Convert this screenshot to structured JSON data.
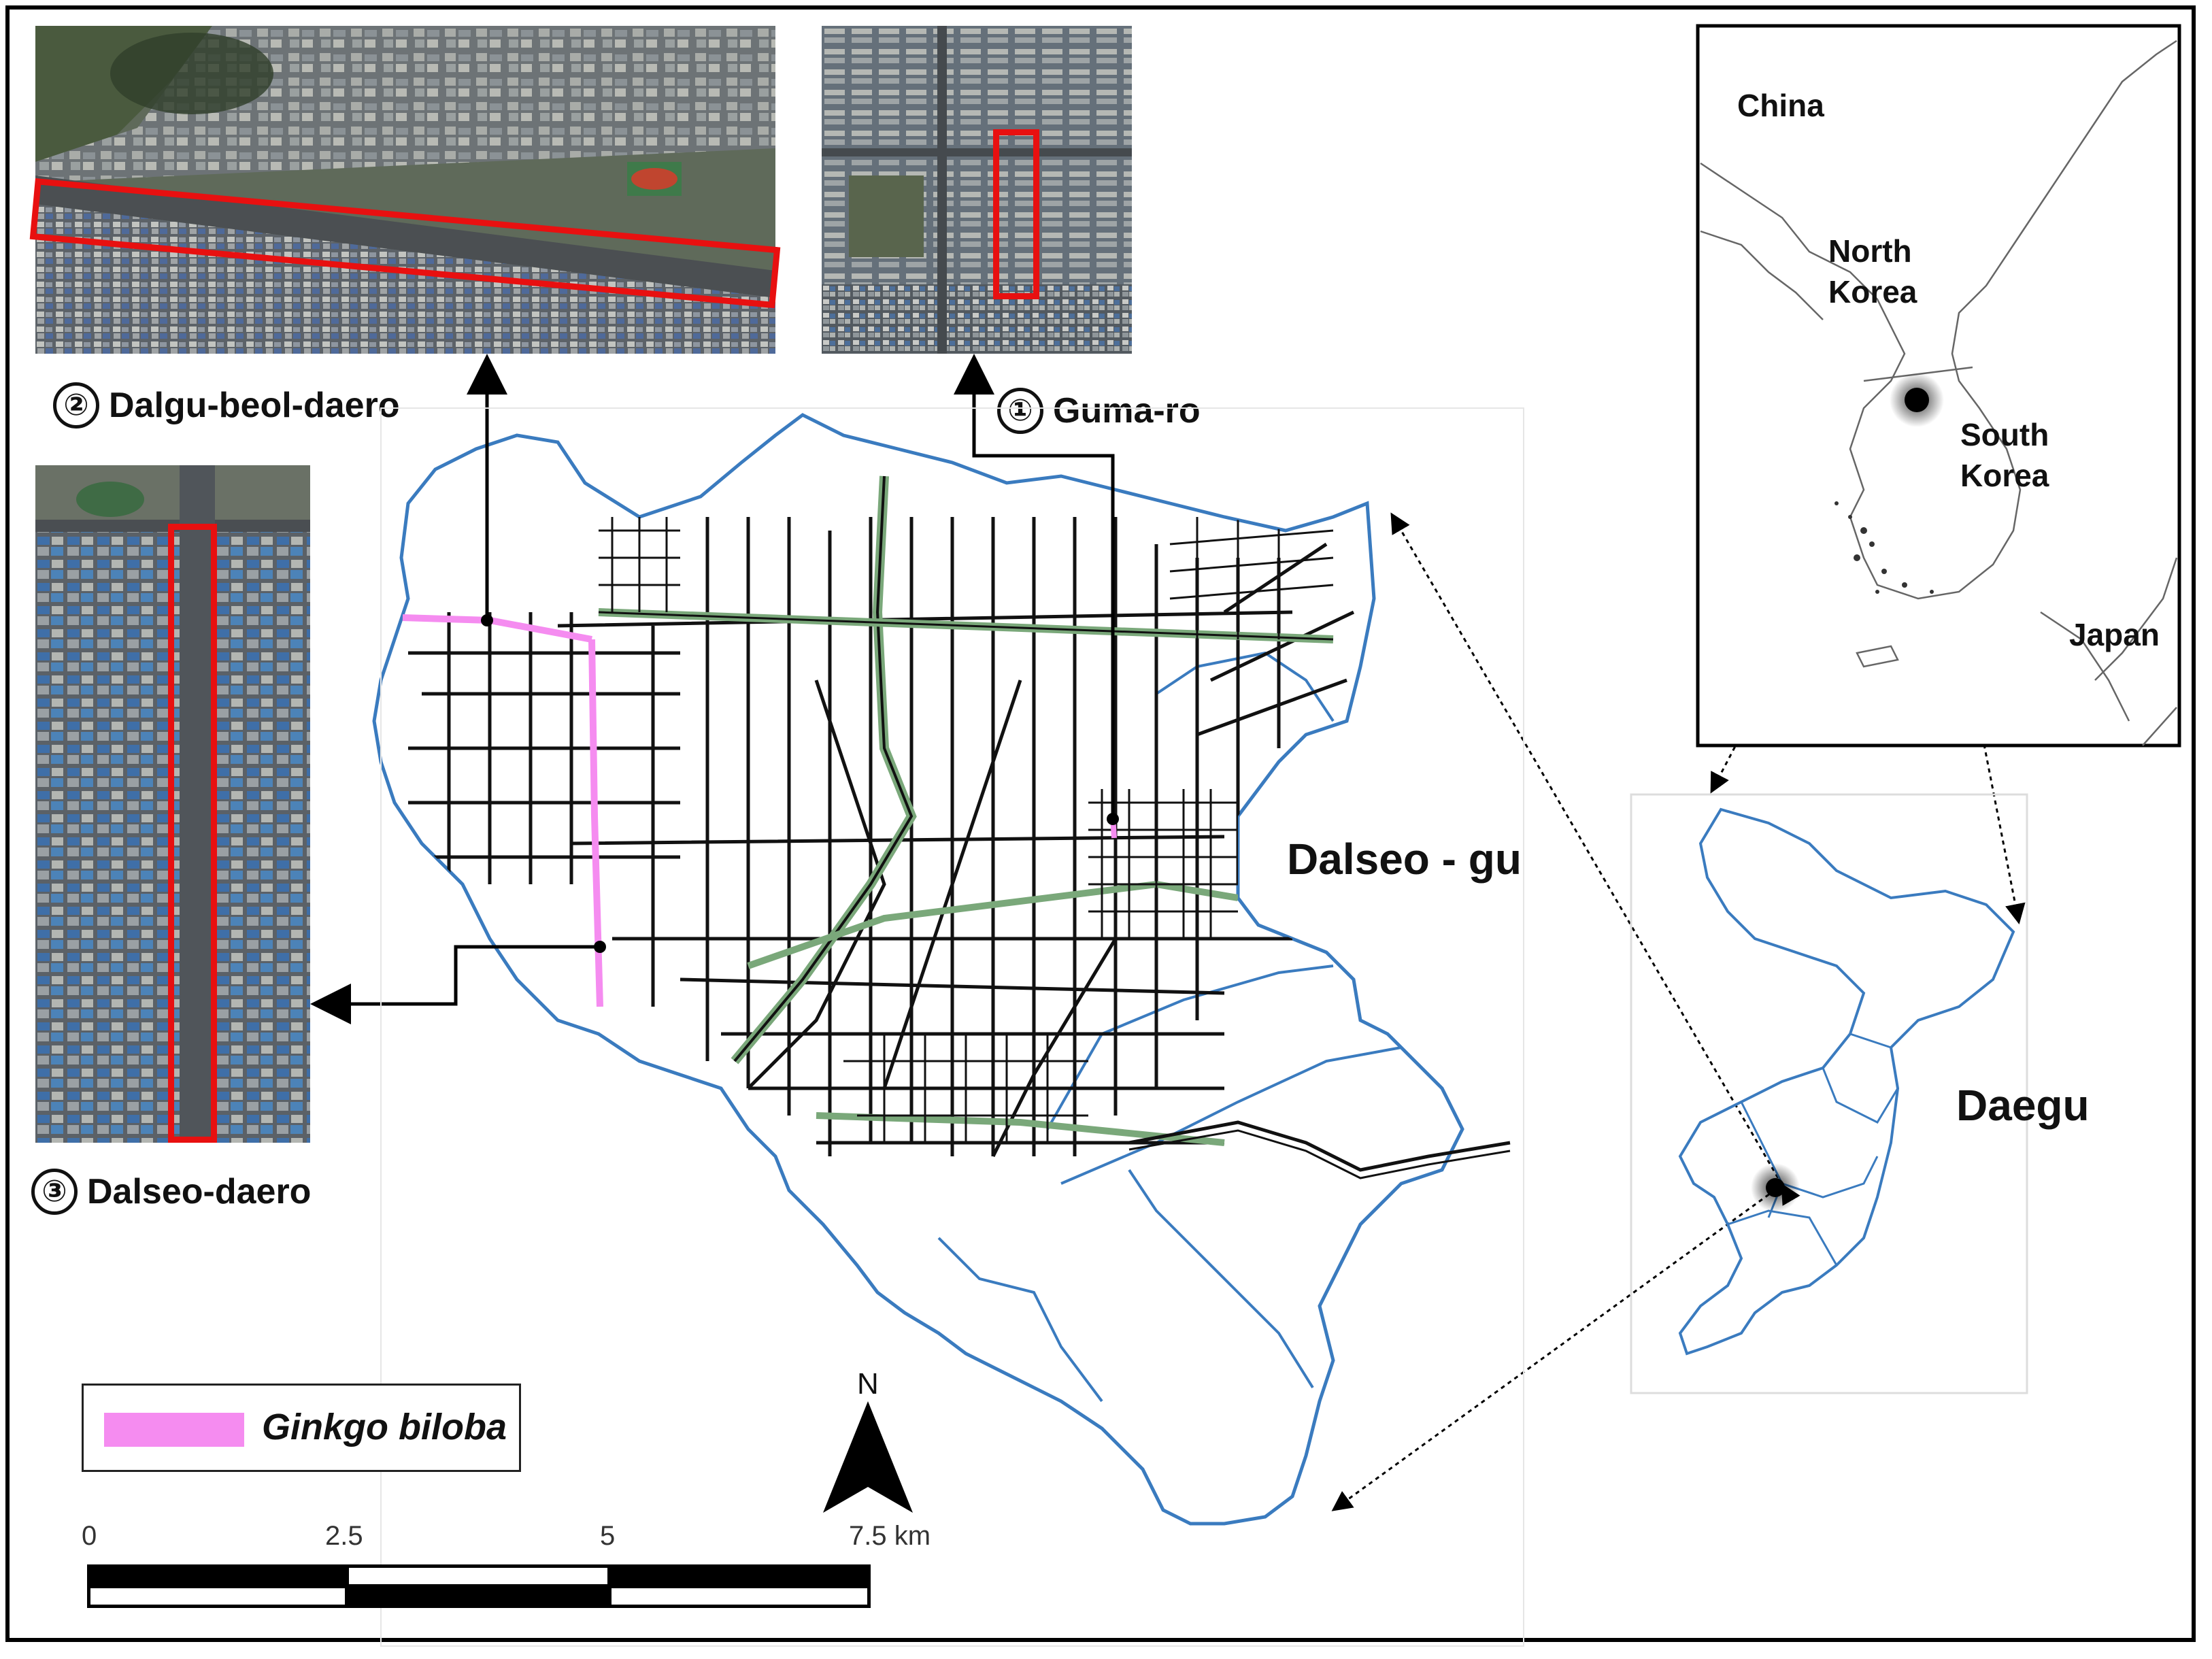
{
  "callouts": {
    "guma": {
      "number": "①",
      "name": "Guma-ro"
    },
    "dalgu": {
      "number": "②",
      "name": "Dalgu-beol-daero"
    },
    "dalseo": {
      "number": "③",
      "name": "Dalseo-daero"
    }
  },
  "region_labels": {
    "district": "Dalseo - gu",
    "city": "Daegu"
  },
  "inset_map": {
    "china": "China",
    "north_korea": "North\nKorea",
    "south_korea": "South\nKorea",
    "japan": "Japan"
  },
  "legend": {
    "label": "Ginkgo biloba",
    "color": "#f58cf0"
  },
  "scale_bar": {
    "ticks": [
      "0",
      "2.5",
      "5",
      "7.5 km"
    ]
  },
  "north_arrow": {
    "label": "N"
  },
  "colors": {
    "boundary": "#3a7bbf",
    "roads": "#111111",
    "major_roads": "#7aa87a",
    "highlight_box": "#e81010",
    "ginkgo_street": "#f58cf0"
  }
}
